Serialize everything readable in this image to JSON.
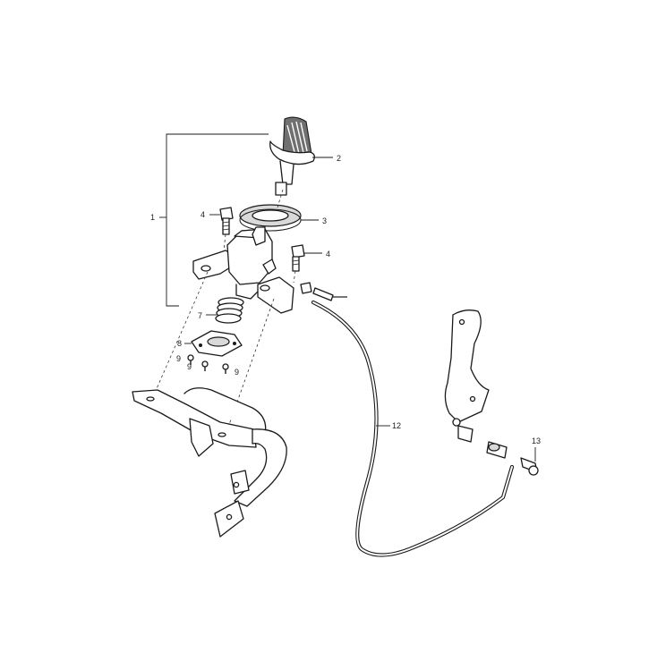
{
  "callouts": [
    {
      "id": "1",
      "text": "1"
    },
    {
      "id": "2",
      "text": "2"
    },
    {
      "id": "3",
      "text": "3"
    },
    {
      "id": "4a",
      "text": "4"
    },
    {
      "id": "4b",
      "text": "4"
    },
    {
      "id": "7",
      "text": "7"
    },
    {
      "id": "8",
      "text": "8"
    },
    {
      "id": "9a",
      "text": "9"
    },
    {
      "id": "9b",
      "text": "9"
    },
    {
      "id": "9c",
      "text": "9"
    },
    {
      "id": "12",
      "text": "12"
    },
    {
      "id": "13",
      "text": "13"
    }
  ],
  "colors": {
    "line": "#1a1a1a",
    "background": "#ffffff",
    "knob": "#6e6e6e"
  }
}
